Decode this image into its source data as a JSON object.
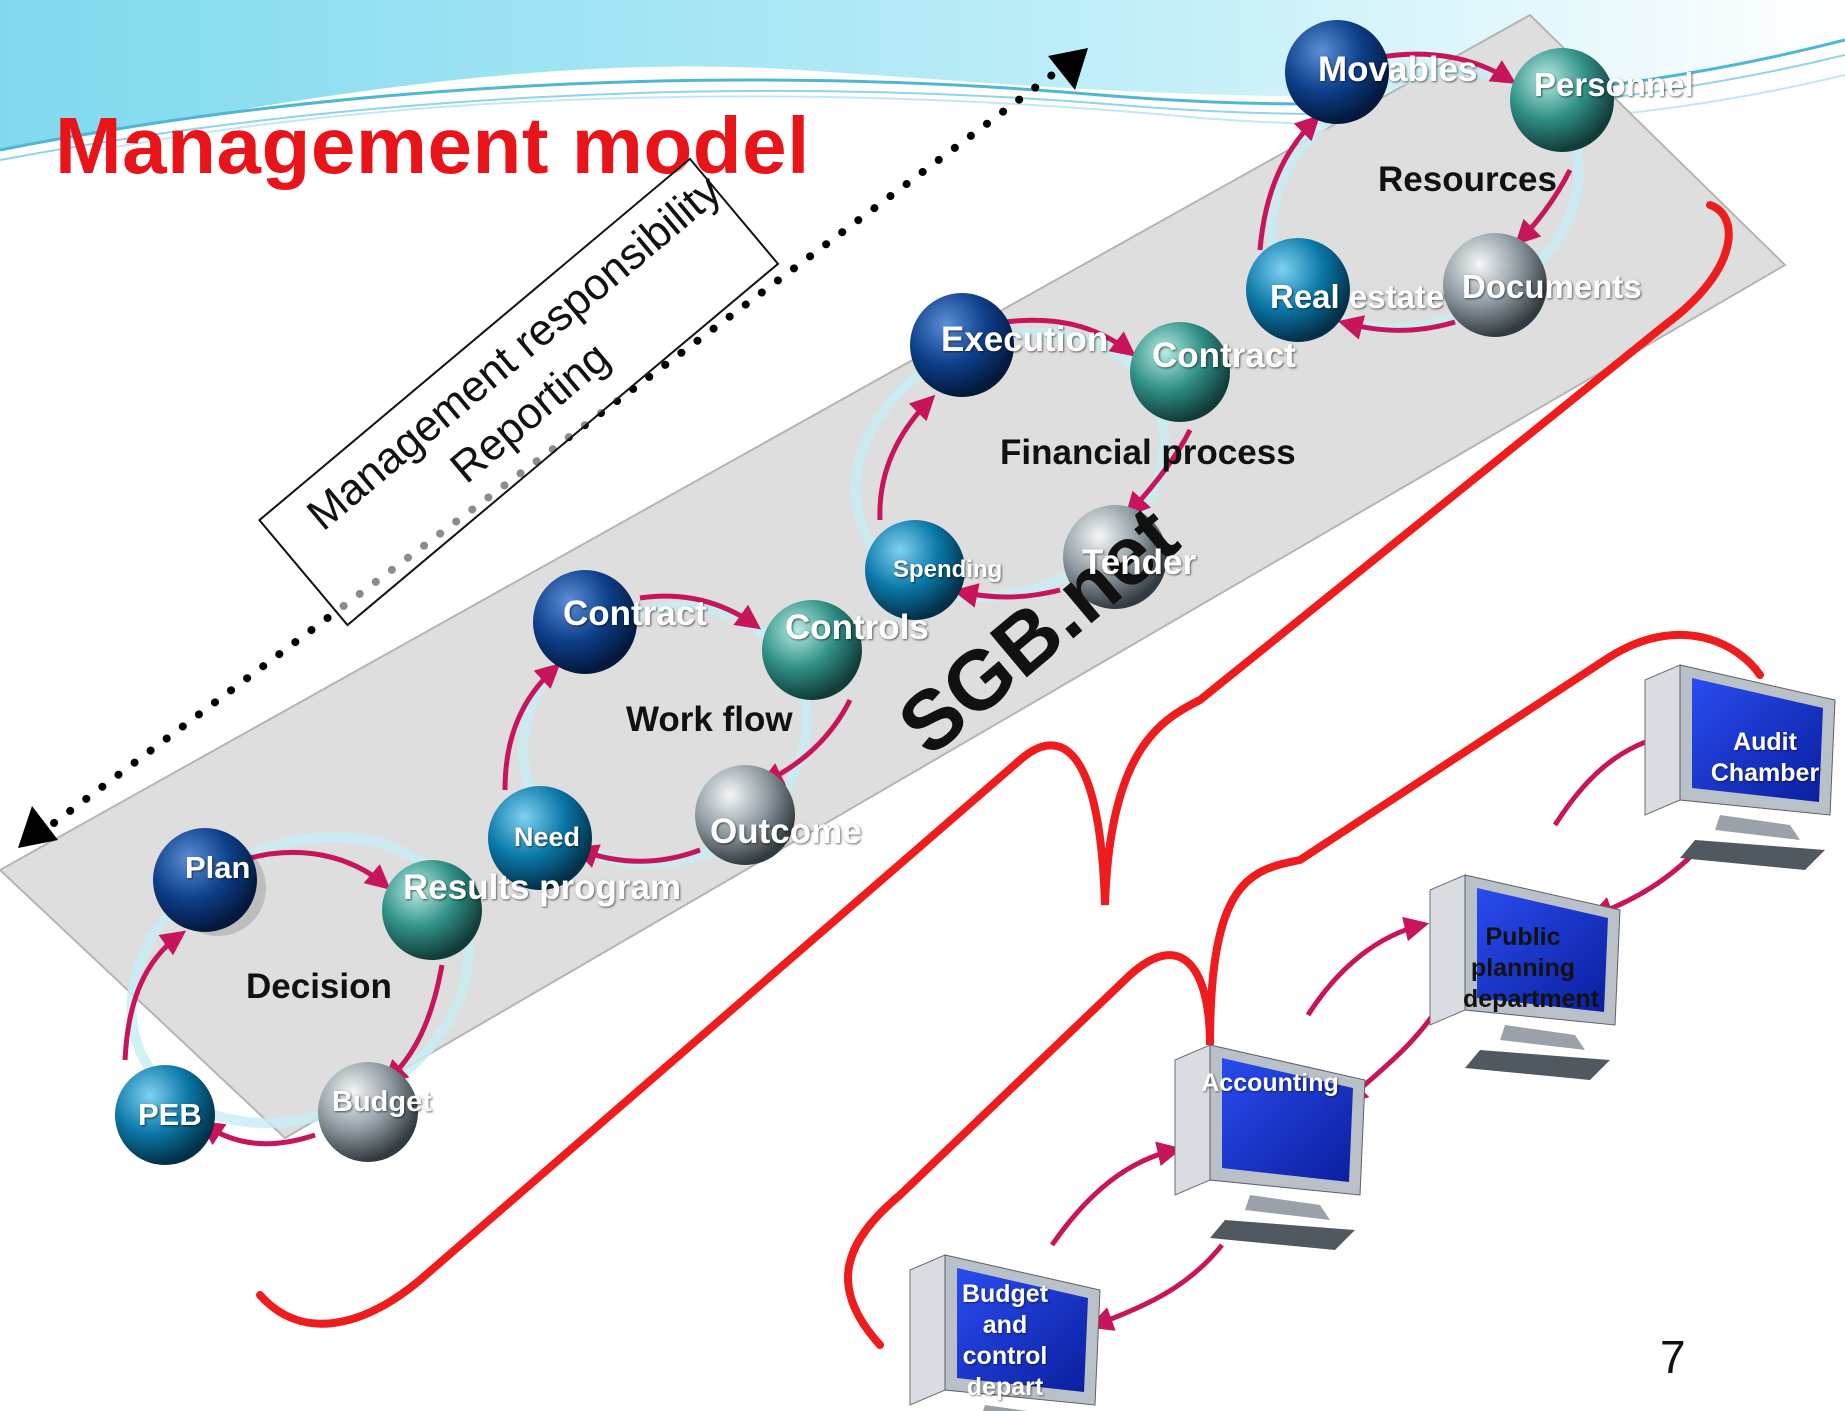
{
  "slide": {
    "title": "Management model",
    "page_number": "7",
    "system_name": "SGB.net",
    "management_box": {
      "line1": "Management responsibility",
      "line2": "Reporting"
    }
  },
  "groups": {
    "decision": {
      "label": "Decision",
      "nodes": {
        "plan": "Plan",
        "results": "Results program",
        "budget": "Budget",
        "peb": "PEB"
      }
    },
    "workflow": {
      "label": "Work flow",
      "nodes": {
        "contract": "Contract",
        "controls": "Controls",
        "outcome": "Outcome",
        "need": "Need"
      }
    },
    "financial": {
      "label": "Financial process",
      "nodes": {
        "execution": "Execution",
        "contract": "Contract",
        "tender": "Tender",
        "spending": "Spending"
      }
    },
    "resources": {
      "label": "Resources",
      "nodes": {
        "movables": "Movables",
        "personnel": "Personnel",
        "documents": "Documents",
        "real_estate": "Real estate"
      }
    }
  },
  "computers": {
    "audit": "Audit Chamber",
    "planning": "Public planning department",
    "accounting": "Accounting",
    "budget_control": "Budget and control depart"
  },
  "colors": {
    "title": "#e8141a",
    "brace": "#ee1c1c",
    "arrow": "#c8145a",
    "band": "#dedede",
    "sphere_dark_blue": "#0d3f8a",
    "sphere_teal": "#2f8f86",
    "sphere_cyan": "#0a78a8",
    "sphere_gray": "#8e9aa1",
    "screen": "#1030d8"
  }
}
